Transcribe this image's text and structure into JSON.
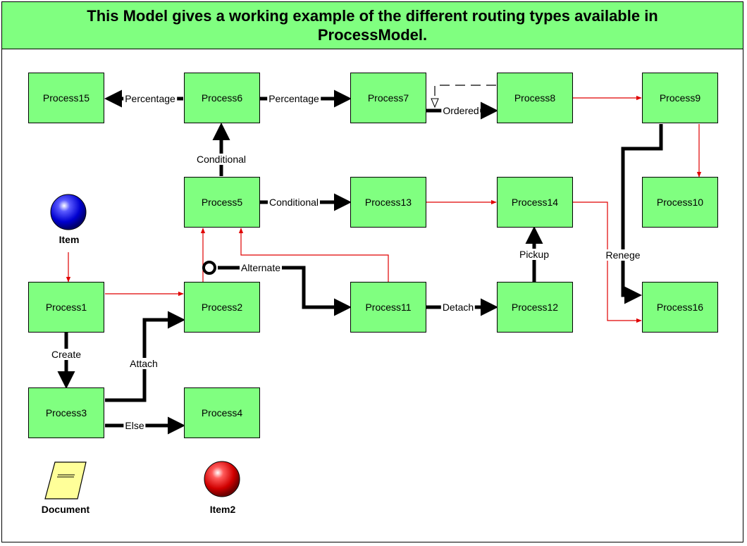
{
  "title": "This Model gives a working example of the different routing types available in ProcessModel.",
  "colors": {
    "title_bg": "#80ff80",
    "box_fill": "#80ff80",
    "thin_route": "#e00000",
    "thick_route": "#000000",
    "item_ball": "#1a1aff",
    "item2_ball": "#e00000",
    "document": "#ffff99"
  },
  "processes": {
    "p1": "Process1",
    "p2": "Process2",
    "p3": "Process3",
    "p4": "Process4",
    "p5": "Process5",
    "p6": "Process6",
    "p7": "Process7",
    "p8": "Process8",
    "p9": "Process9",
    "p10": "Process10",
    "p11": "Process11",
    "p12": "Process12",
    "p13": "Process13",
    "p14": "Process14",
    "p15": "Process15",
    "p16": "Process16"
  },
  "route_labels": {
    "percentage_left": "Percentage",
    "percentage_right": "Percentage",
    "ordered": "Ordered",
    "conditional_up": "Conditional",
    "conditional_right": "Conditional",
    "alternate": "Alternate",
    "detach": "Detach",
    "pickup": "Pickup",
    "renege": "Renege",
    "create": "Create",
    "attach": "Attach",
    "else": "Else"
  },
  "icons": {
    "item": {
      "name": "blue-ball-icon",
      "label": "Item"
    },
    "item2": {
      "name": "red-ball-icon",
      "label": "Item2"
    },
    "document": {
      "name": "document-icon",
      "label": "Document"
    }
  }
}
